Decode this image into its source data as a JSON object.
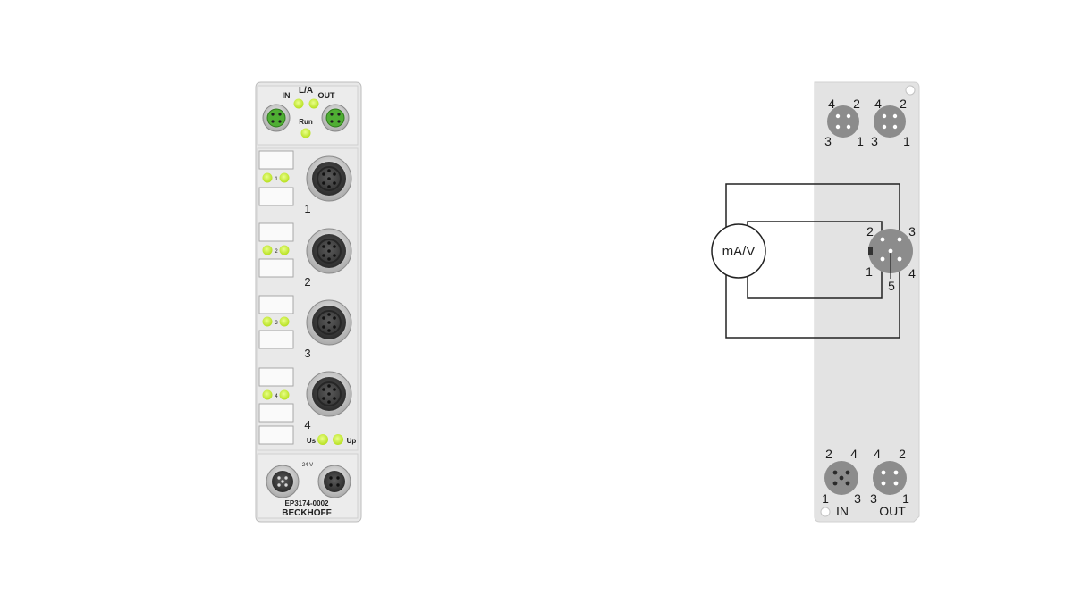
{
  "module": {
    "header": {
      "in_label": "IN",
      "la_label": "L/A",
      "out_label": "OUT",
      "run_label": "Run"
    },
    "channels": [
      {
        "number": "1",
        "led_label": "1"
      },
      {
        "number": "2",
        "led_label": "2"
      },
      {
        "number": "3",
        "led_label": "3"
      },
      {
        "number": "4",
        "led_label": "4"
      }
    ],
    "supply": {
      "us_label": "Us",
      "up_label": "Up",
      "voltage_label": "24 V"
    },
    "model": "EP3174-0002",
    "brand": "BECKHOFF",
    "colors": {
      "housing": "#e6e6e6",
      "led": "#c8ef3a",
      "ethercat_port": "#5fba3a",
      "connector": "#3b3b3b"
    }
  },
  "diagram": {
    "top_left_port_pins": [
      "4",
      "2",
      "3",
      "1"
    ],
    "top_right_port_pins": [
      "4",
      "2",
      "3",
      "1"
    ],
    "sensor_label": "mA/V",
    "connector_pins": [
      "2",
      "3",
      "1",
      "5",
      "4"
    ],
    "bottom_in_pins": [
      "2",
      "4",
      "1",
      "3"
    ],
    "bottom_out_pins": [
      "4",
      "2",
      "3",
      "1"
    ],
    "bottom_in_label": "IN",
    "bottom_out_label": "OUT",
    "colors": {
      "panel": "#e3e3e3",
      "wire": "#222222",
      "port": "#8c8c8c"
    }
  }
}
